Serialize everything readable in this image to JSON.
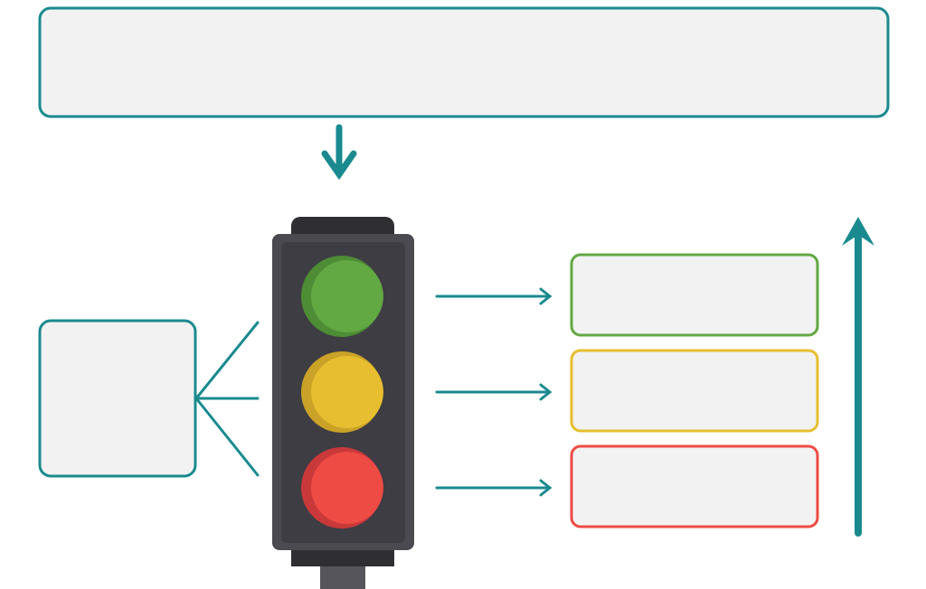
{
  "diagram": {
    "top_box": {
      "text": ""
    },
    "left_box": {
      "text": ""
    },
    "status_boxes": [
      {
        "status": "green",
        "text": ""
      },
      {
        "status": "yellow",
        "text": ""
      },
      {
        "status": "red",
        "text": ""
      }
    ]
  },
  "colors": {
    "teal": "#1a8a8f",
    "box_fill": "#f2f2f2",
    "green": "#62a843",
    "green_shade": "#4e8c36",
    "yellow": "#e7be2f",
    "yellow_shade": "#c9a227",
    "red": "#ee4b45",
    "red_shade": "#c9393a",
    "housing_outer": "#4a4a50",
    "housing_inner": "#3e3d43",
    "housing_dark": "#2f2e33",
    "pole": "#56555b"
  },
  "icons": [
    "arrow-down-icon",
    "arrow-right-icon",
    "arrow-up-icon",
    "traffic-light-icon"
  ]
}
